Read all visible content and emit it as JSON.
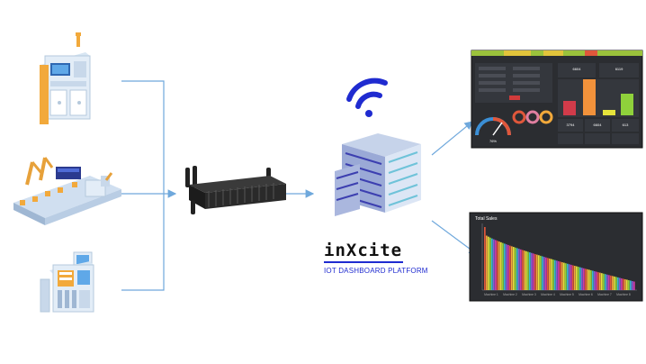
{
  "brand": {
    "name": "inXcite",
    "tagline": "IOT DASHBOARD PLATFORM"
  },
  "dashboard_1": {
    "gauge_value": "76%",
    "stat_values": [
      "6604",
      "6119",
      "3794",
      "6604",
      "613"
    ]
  },
  "dashboard_2": {
    "title": "Total Sales",
    "x_labels": [
      "Machine 1",
      "Machine 2",
      "Machine 3",
      "Machine 4",
      "Machine 5",
      "Machine 6",
      "Machine 7",
      "Machine 8"
    ]
  },
  "colors": {
    "accent_blue": "#1f2bd0",
    "line_blue": "#6fa8dc",
    "dashboard_bg": "#2b2d31"
  },
  "icons": [
    "control-cabinet-icon",
    "assembly-line-icon",
    "control-panel-icon",
    "iot-gateway-icon",
    "wifi-icon",
    "server-stack-icon"
  ]
}
